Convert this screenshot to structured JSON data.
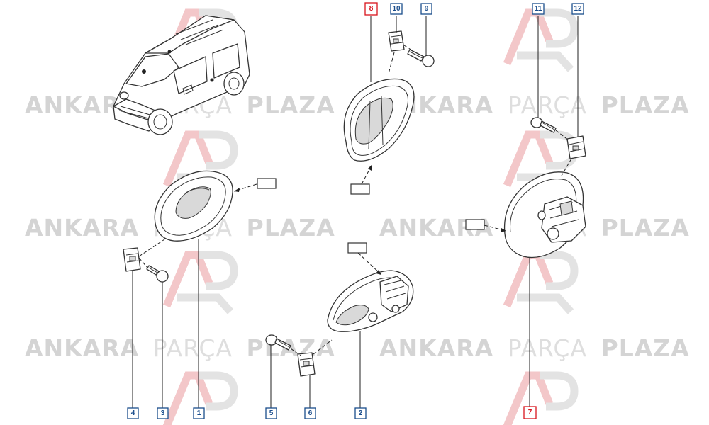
{
  "watermark": {
    "word_ankara": "ANKARA",
    "word_parca": "PARÇA",
    "word_plaza": "PLAZA",
    "logo_letters": "AP"
  },
  "colors": {
    "highlight_border": "#d8141c",
    "normal_border": "#1a4d8c",
    "watermark_red": "#f3c7c9",
    "watermark_gray": "#e3e3e3"
  },
  "callouts": [
    {
      "id": "4",
      "label": "4",
      "highlighted": false
    },
    {
      "id": "3",
      "label": "3",
      "highlighted": false
    },
    {
      "id": "1",
      "label": "1",
      "highlighted": false
    },
    {
      "id": "5",
      "label": "5",
      "highlighted": false
    },
    {
      "id": "6",
      "label": "6",
      "highlighted": false
    },
    {
      "id": "2",
      "label": "2",
      "highlighted": false
    },
    {
      "id": "7",
      "label": "7",
      "highlighted": true
    },
    {
      "id": "8",
      "label": "8",
      "highlighted": true
    },
    {
      "id": "10",
      "label": "10",
      "highlighted": false
    },
    {
      "id": "9",
      "label": "9",
      "highlighted": false
    },
    {
      "id": "11",
      "label": "11",
      "highlighted": false
    },
    {
      "id": "12",
      "label": "12",
      "highlighted": false
    }
  ]
}
